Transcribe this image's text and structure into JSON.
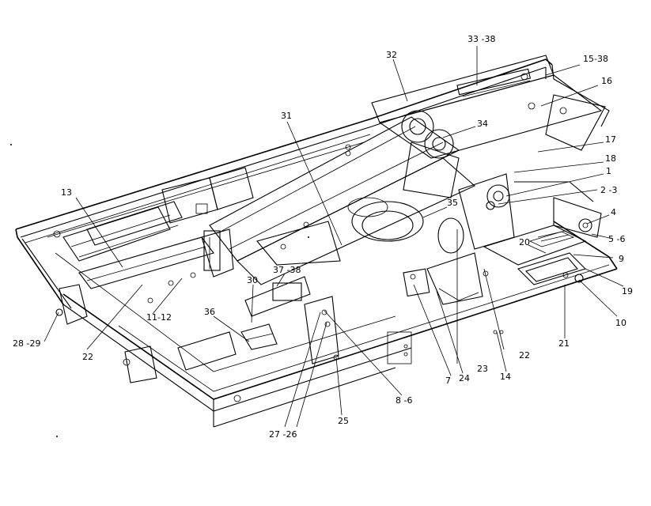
{
  "callouts": [
    {
      "id": "c1",
      "text": "33 -38"
    },
    {
      "id": "c2",
      "text": "32"
    },
    {
      "id": "c3",
      "text": "15-38"
    },
    {
      "id": "c4",
      "text": "16"
    },
    {
      "id": "c5",
      "text": "34"
    },
    {
      "id": "c6",
      "text": "31"
    },
    {
      "id": "c7",
      "text": "17"
    },
    {
      "id": "c8",
      "text": "18"
    },
    {
      "id": "c9",
      "text": "1"
    },
    {
      "id": "c10",
      "text": "2 -3"
    },
    {
      "id": "c11",
      "text": "13"
    },
    {
      "id": "c12",
      "text": "35"
    },
    {
      "id": "c13",
      "text": "4"
    },
    {
      "id": "c14",
      "text": "5 -6"
    },
    {
      "id": "c15",
      "text": "20"
    },
    {
      "id": "c16",
      "text": "9"
    },
    {
      "id": "c17",
      "text": "37 -38"
    },
    {
      "id": "c18",
      "text": "30"
    },
    {
      "id": "c19",
      "text": "19"
    },
    {
      "id": "c20",
      "text": "36"
    },
    {
      "id": "c21",
      "text": "11-12"
    },
    {
      "id": "c22",
      "text": "10"
    },
    {
      "id": "c23",
      "text": "21"
    },
    {
      "id": "c24",
      "text": "28 -29"
    },
    {
      "id": "c25",
      "text": "22"
    },
    {
      "id": "c26",
      "text": "23"
    },
    {
      "id": "c27",
      "text": "22"
    },
    {
      "id": "c28",
      "text": "7"
    },
    {
      "id": "c29",
      "text": "24"
    },
    {
      "id": "c30",
      "text": "14"
    },
    {
      "id": "c31",
      "text": "8 -6"
    },
    {
      "id": "c32",
      "text": "25"
    },
    {
      "id": "c33",
      "text": "27 -26"
    }
  ]
}
